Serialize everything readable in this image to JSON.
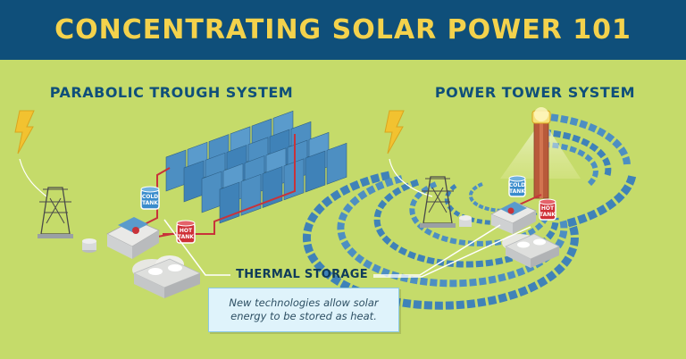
{
  "banner": {
    "title": "CONCENTRATING SOLAR POWER 101"
  },
  "left_system": {
    "title": "PARABOLIC TROUGH SYSTEM",
    "cold_tank": [
      "COLD",
      "TANK"
    ],
    "hot_tank": [
      "HOT",
      "TANK"
    ]
  },
  "right_system": {
    "title": "POWER TOWER SYSTEM",
    "cold_tank": [
      "COLD",
      "TANK"
    ],
    "hot_tank": [
      "HOT",
      "TANK"
    ]
  },
  "storage": {
    "label": "THERMAL STORAGE",
    "note": "New technologies allow solar energy to be stored as heat."
  },
  "colors": {
    "banner_bg": "#0f4f7a",
    "banner_text": "#f4d24c",
    "background": "#c5db6a",
    "panel_blue": "#4d8fc2",
    "hot_tank": "#cf2f36",
    "cold_tank": "#3a8ccc",
    "pipe_red": "#c8333a",
    "lightning": "#f2c230"
  },
  "icons": [
    "lightning-bolt-icon",
    "transmission-tower-icon",
    "power-block-icon",
    "solar-tower-icon"
  ]
}
